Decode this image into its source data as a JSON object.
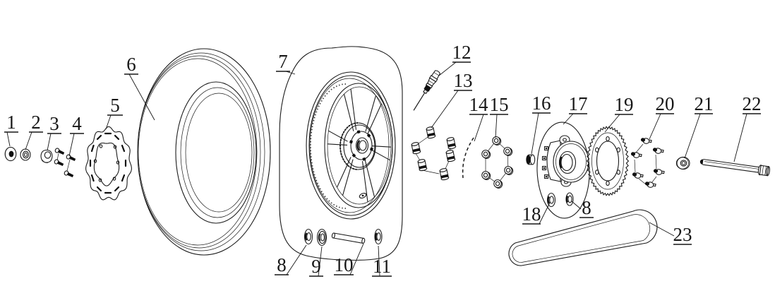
{
  "colors": {
    "line": "#1b1b1b",
    "dark_fill": "#101010",
    "background": "#ffffff"
  },
  "callouts": [
    {
      "num": "1",
      "part": "cap-nut"
    },
    {
      "num": "2",
      "part": "hub-nut"
    },
    {
      "num": "3",
      "part": "dome-nut"
    },
    {
      "num": "4",
      "part": "disc-bolt-set"
    },
    {
      "num": "5",
      "part": "brake-disc"
    },
    {
      "num": "6",
      "part": "tire"
    },
    {
      "num": "7",
      "part": "rear-wheel"
    },
    {
      "num": "8",
      "part": "oil-seal"
    },
    {
      "num": "9",
      "part": "wheel-bearing"
    },
    {
      "num": "10",
      "part": "spacer-tube"
    },
    {
      "num": "11",
      "part": "wheel-bearing"
    },
    {
      "num": "12",
      "part": "valve-stem"
    },
    {
      "num": "13",
      "part": "balance-weight-set"
    },
    {
      "num": "14",
      "part": "rim-band"
    },
    {
      "num": "15",
      "part": "flange-nut-set"
    },
    {
      "num": "16",
      "part": "spacer-bushing"
    },
    {
      "num": "17",
      "part": "sprocket-hub"
    },
    {
      "num": "18",
      "part": "hub-seal"
    },
    {
      "num": "8",
      "part": "hub-bearing"
    },
    {
      "num": "19",
      "part": "rear-sprocket"
    },
    {
      "num": "20",
      "part": "sprocket-bolt-set"
    },
    {
      "num": "21",
      "part": "axle-nut"
    },
    {
      "num": "22",
      "part": "rear-axle"
    },
    {
      "num": "23",
      "part": "drive-chain"
    }
  ]
}
